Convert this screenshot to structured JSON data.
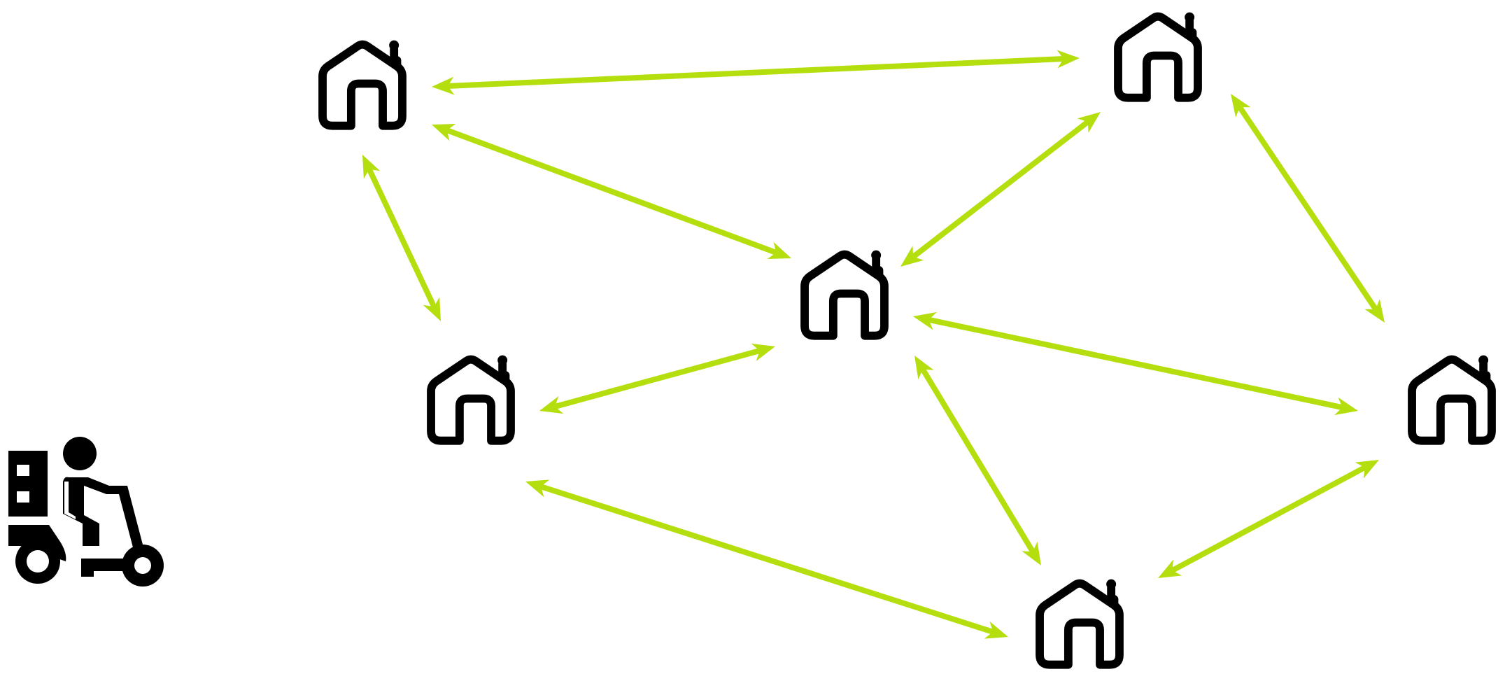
{
  "diagram": {
    "type": "undirected-network",
    "colors": {
      "edge": "#b5de0f",
      "icon": "#000000",
      "background": "#ffffff"
    },
    "nodes": [
      {
        "id": "house-top-left",
        "icon": "house-icon"
      },
      {
        "id": "house-top-right",
        "icon": "house-icon"
      },
      {
        "id": "house-center",
        "icon": "house-icon"
      },
      {
        "id": "house-middle-left",
        "icon": "house-icon"
      },
      {
        "id": "house-right",
        "icon": "house-icon"
      },
      {
        "id": "house-bottom",
        "icon": "house-icon"
      }
    ],
    "edges": [
      {
        "from": "house-top-left",
        "to": "house-top-right",
        "arrowheads": "both"
      },
      {
        "from": "house-top-left",
        "to": "house-center",
        "arrowheads": "both"
      },
      {
        "from": "house-top-left",
        "to": "house-middle-left",
        "arrowheads": "both"
      },
      {
        "from": "house-top-right",
        "to": "house-center",
        "arrowheads": "both"
      },
      {
        "from": "house-top-right",
        "to": "house-right",
        "arrowheads": "both"
      },
      {
        "from": "house-center",
        "to": "house-middle-left",
        "arrowheads": "both"
      },
      {
        "from": "house-center",
        "to": "house-right",
        "arrowheads": "both"
      },
      {
        "from": "house-center",
        "to": "house-bottom",
        "arrowheads": "both"
      },
      {
        "from": "house-middle-left",
        "to": "house-bottom",
        "arrowheads": "both"
      },
      {
        "from": "house-right",
        "to": "house-bottom",
        "arrowheads": "both"
      }
    ],
    "extra_icons": [
      {
        "id": "delivery-scooter",
        "icon": "delivery-scooter-icon"
      }
    ]
  }
}
